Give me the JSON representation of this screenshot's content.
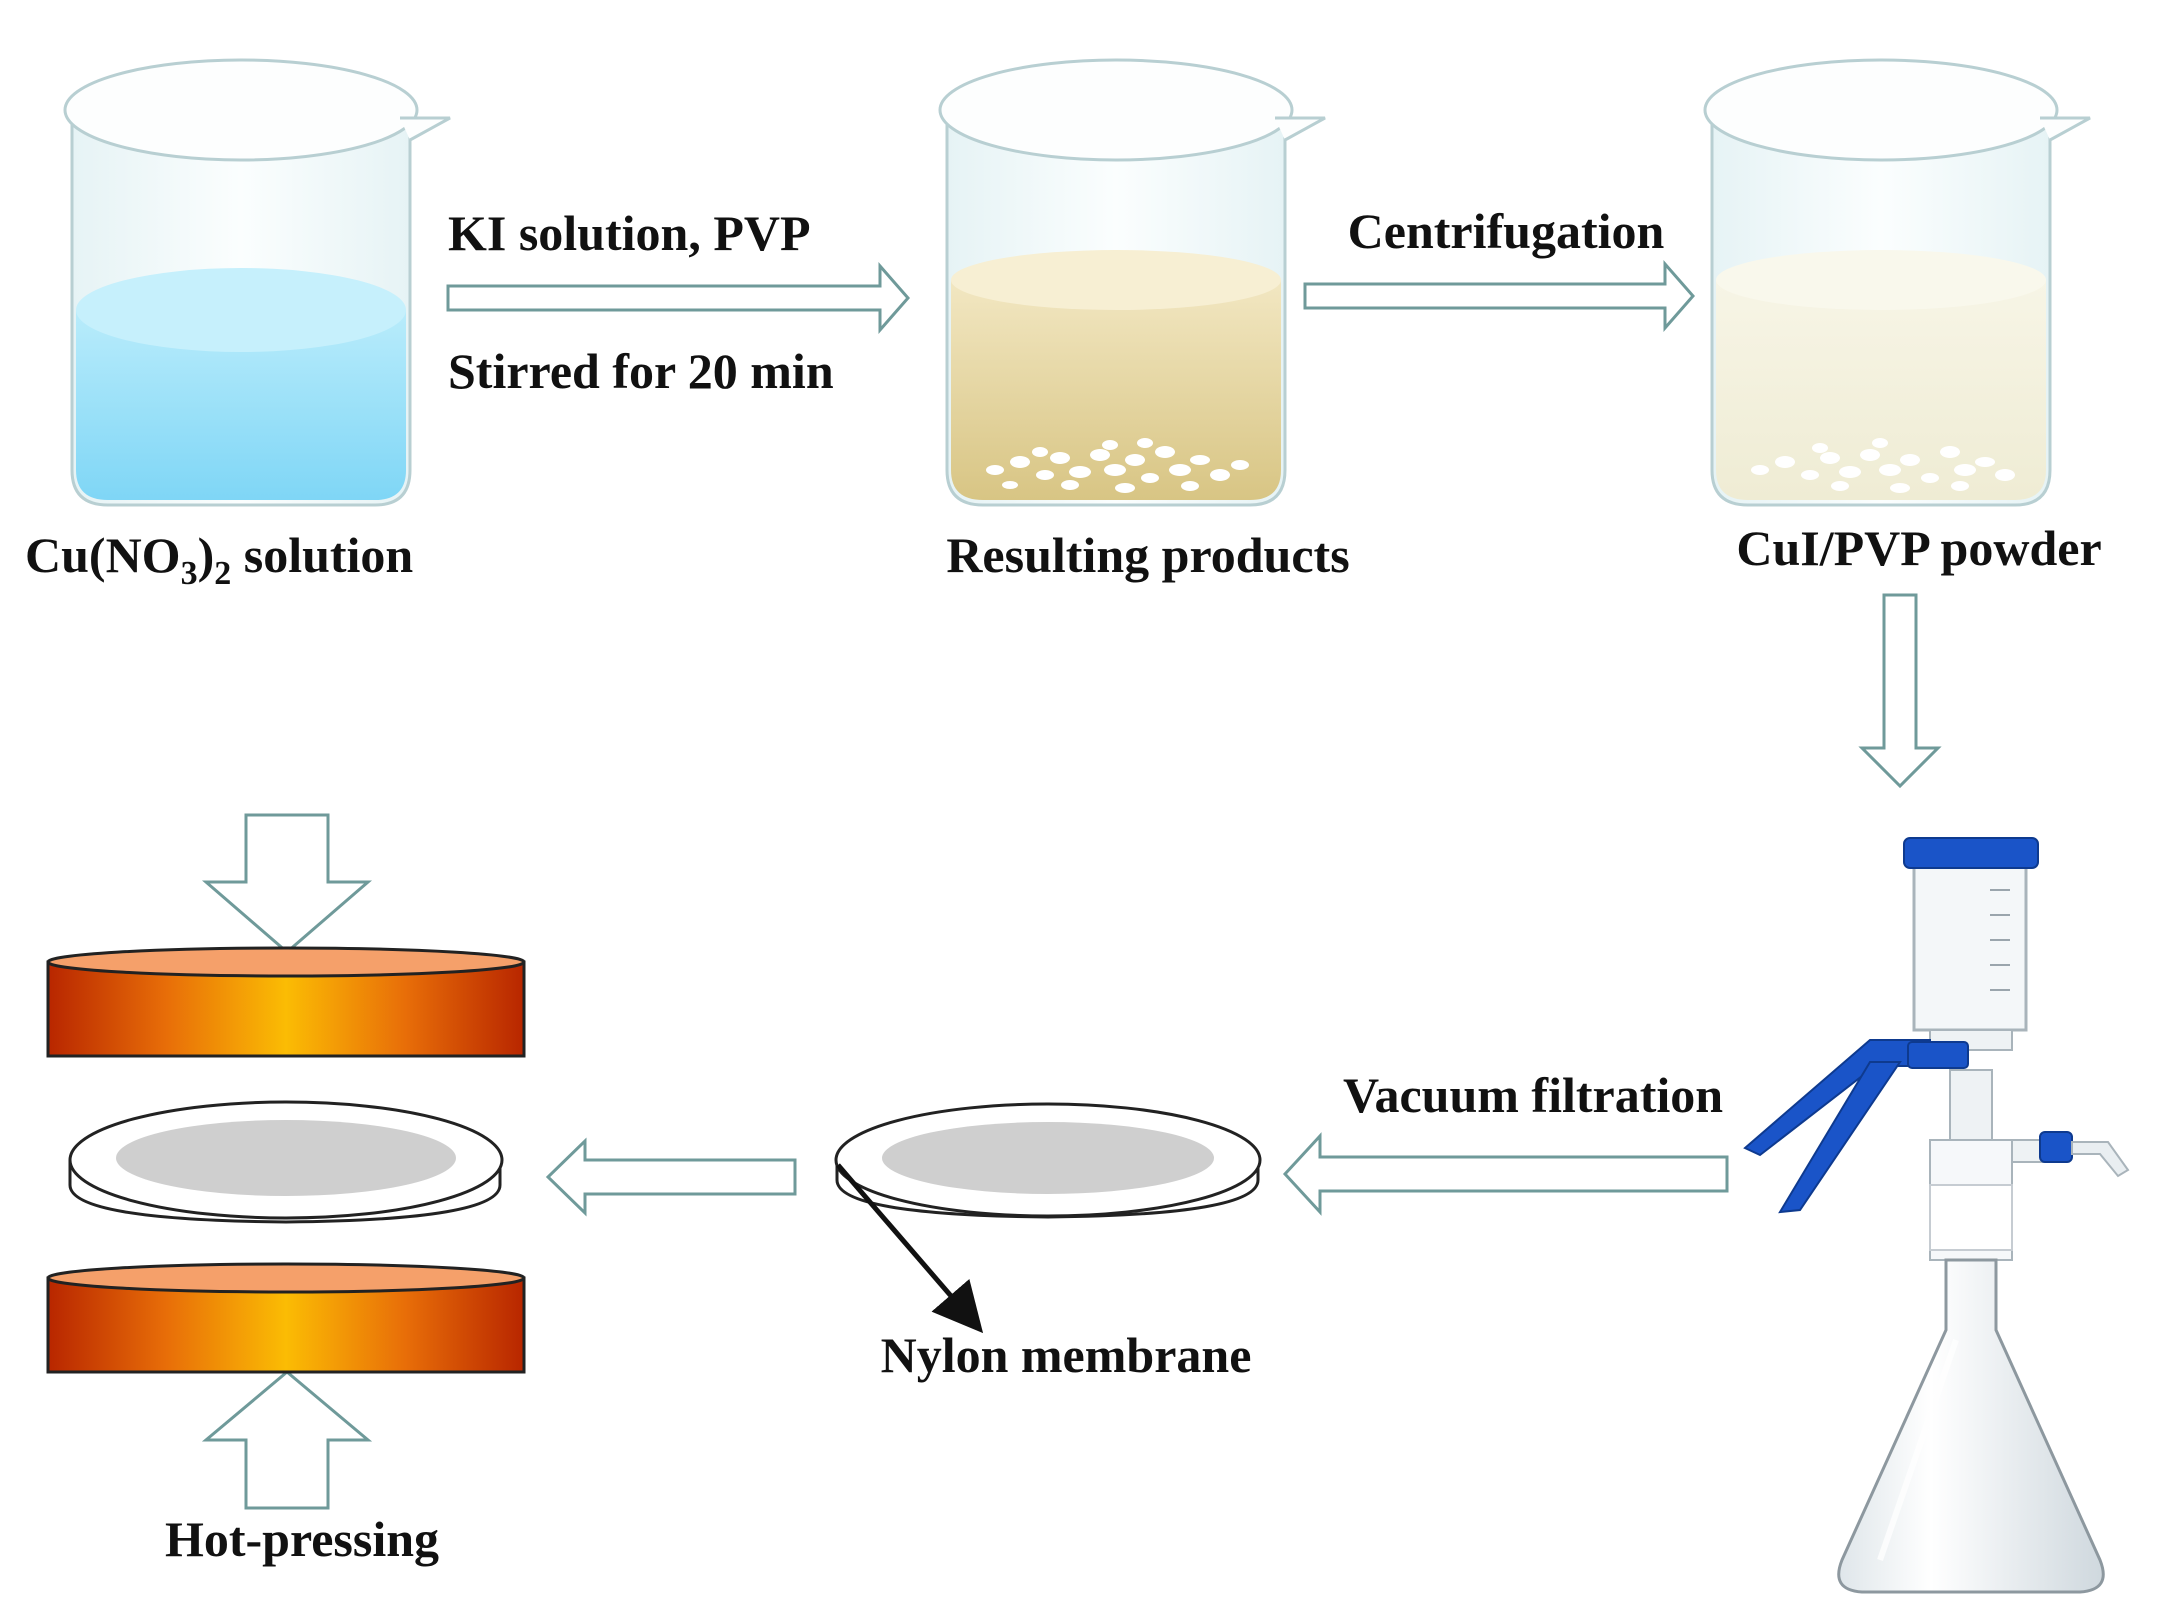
{
  "steps": {
    "beaker1": {
      "label_main": "Cu(NO",
      "sub3": "3",
      "label_mid": ")",
      "sub2": "2",
      "label_end": " solution"
    },
    "reaction": {
      "top": "KI solution, PVP",
      "bottom": "Stirred for 20 min"
    },
    "beaker2": {
      "label": "Resulting products"
    },
    "centrifuge": {
      "label": "Centrifugation"
    },
    "beaker3": {
      "label": "CuI/PVP powder"
    },
    "filtration": {
      "label": "Vacuum filtration"
    },
    "membrane": {
      "label": "Nylon membrane"
    },
    "press": {
      "label": "Hot-pressing"
    }
  },
  "colors": {
    "solution_blue": "#86d8f5",
    "product_tan": "#dcc98d",
    "powder_cream": "#f2efd8",
    "arrow_stroke": "#6f9a9a",
    "plate_hot": "#f9b500",
    "plate_edge": "#b32000",
    "membrane_gray": "#cfcfcf",
    "funnel_blue": "#1a54c8"
  }
}
